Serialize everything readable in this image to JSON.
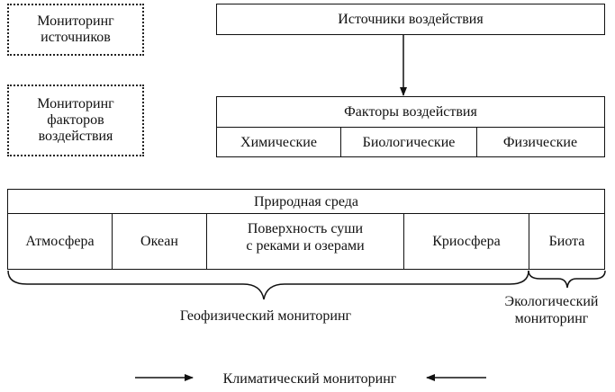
{
  "left_labels": {
    "sources_monitoring": "Мониторинг\nисточников",
    "factors_monitoring": "Мониторинг\nфакторов\nвоздействия"
  },
  "sources": {
    "title": "Источники воздействия"
  },
  "factors": {
    "title": "Факторы воздействия",
    "items": [
      "Химические",
      "Биологические",
      "Физические"
    ]
  },
  "environment": {
    "title": "Природная среда",
    "items": [
      "Атмосфера",
      "Океан",
      "Поверхность суши\nс реками и озерами",
      "Криосфера",
      "Биота"
    ]
  },
  "monitoring": {
    "geophysical": "Геофизический мониторинг",
    "ecological": "Экологический\nмониторинг",
    "climatic": "Климатический мониторинг"
  }
}
